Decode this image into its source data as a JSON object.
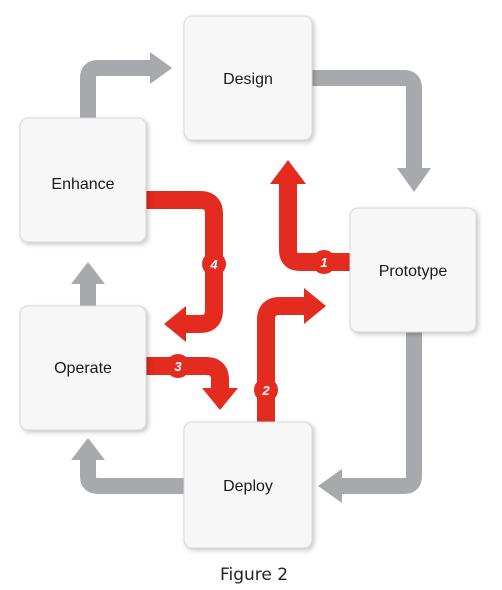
{
  "colors": {
    "gray_arrow": "#a7a9ac",
    "red_arrow": "#e32b20",
    "box_fill": "#f7f7f7",
    "box_stroke": "#d8d8d8"
  },
  "stages": {
    "design": "Design",
    "prototype": "Prototype",
    "deploy": "Deploy",
    "operate": "Operate",
    "enhance": "Enhance"
  },
  "paths": {
    "p1": "1",
    "p2": "2",
    "p3": "3",
    "p4": "4"
  },
  "caption": "Figure 2"
}
